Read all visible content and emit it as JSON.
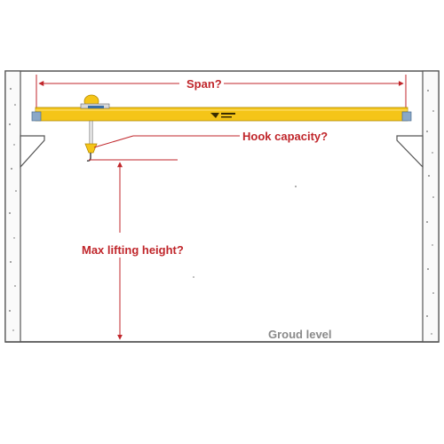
{
  "labels": {
    "span": "Span?",
    "hook_capacity": "Hook capacity?",
    "max_lifting_height": "Max lifting height?",
    "ground_level": "Groud level"
  },
  "colors": {
    "crane_yellow": "#f5c518",
    "annotation_red": "#c0262b",
    "wall_outline": "#555555",
    "ground_text": "#8a8a8a"
  }
}
